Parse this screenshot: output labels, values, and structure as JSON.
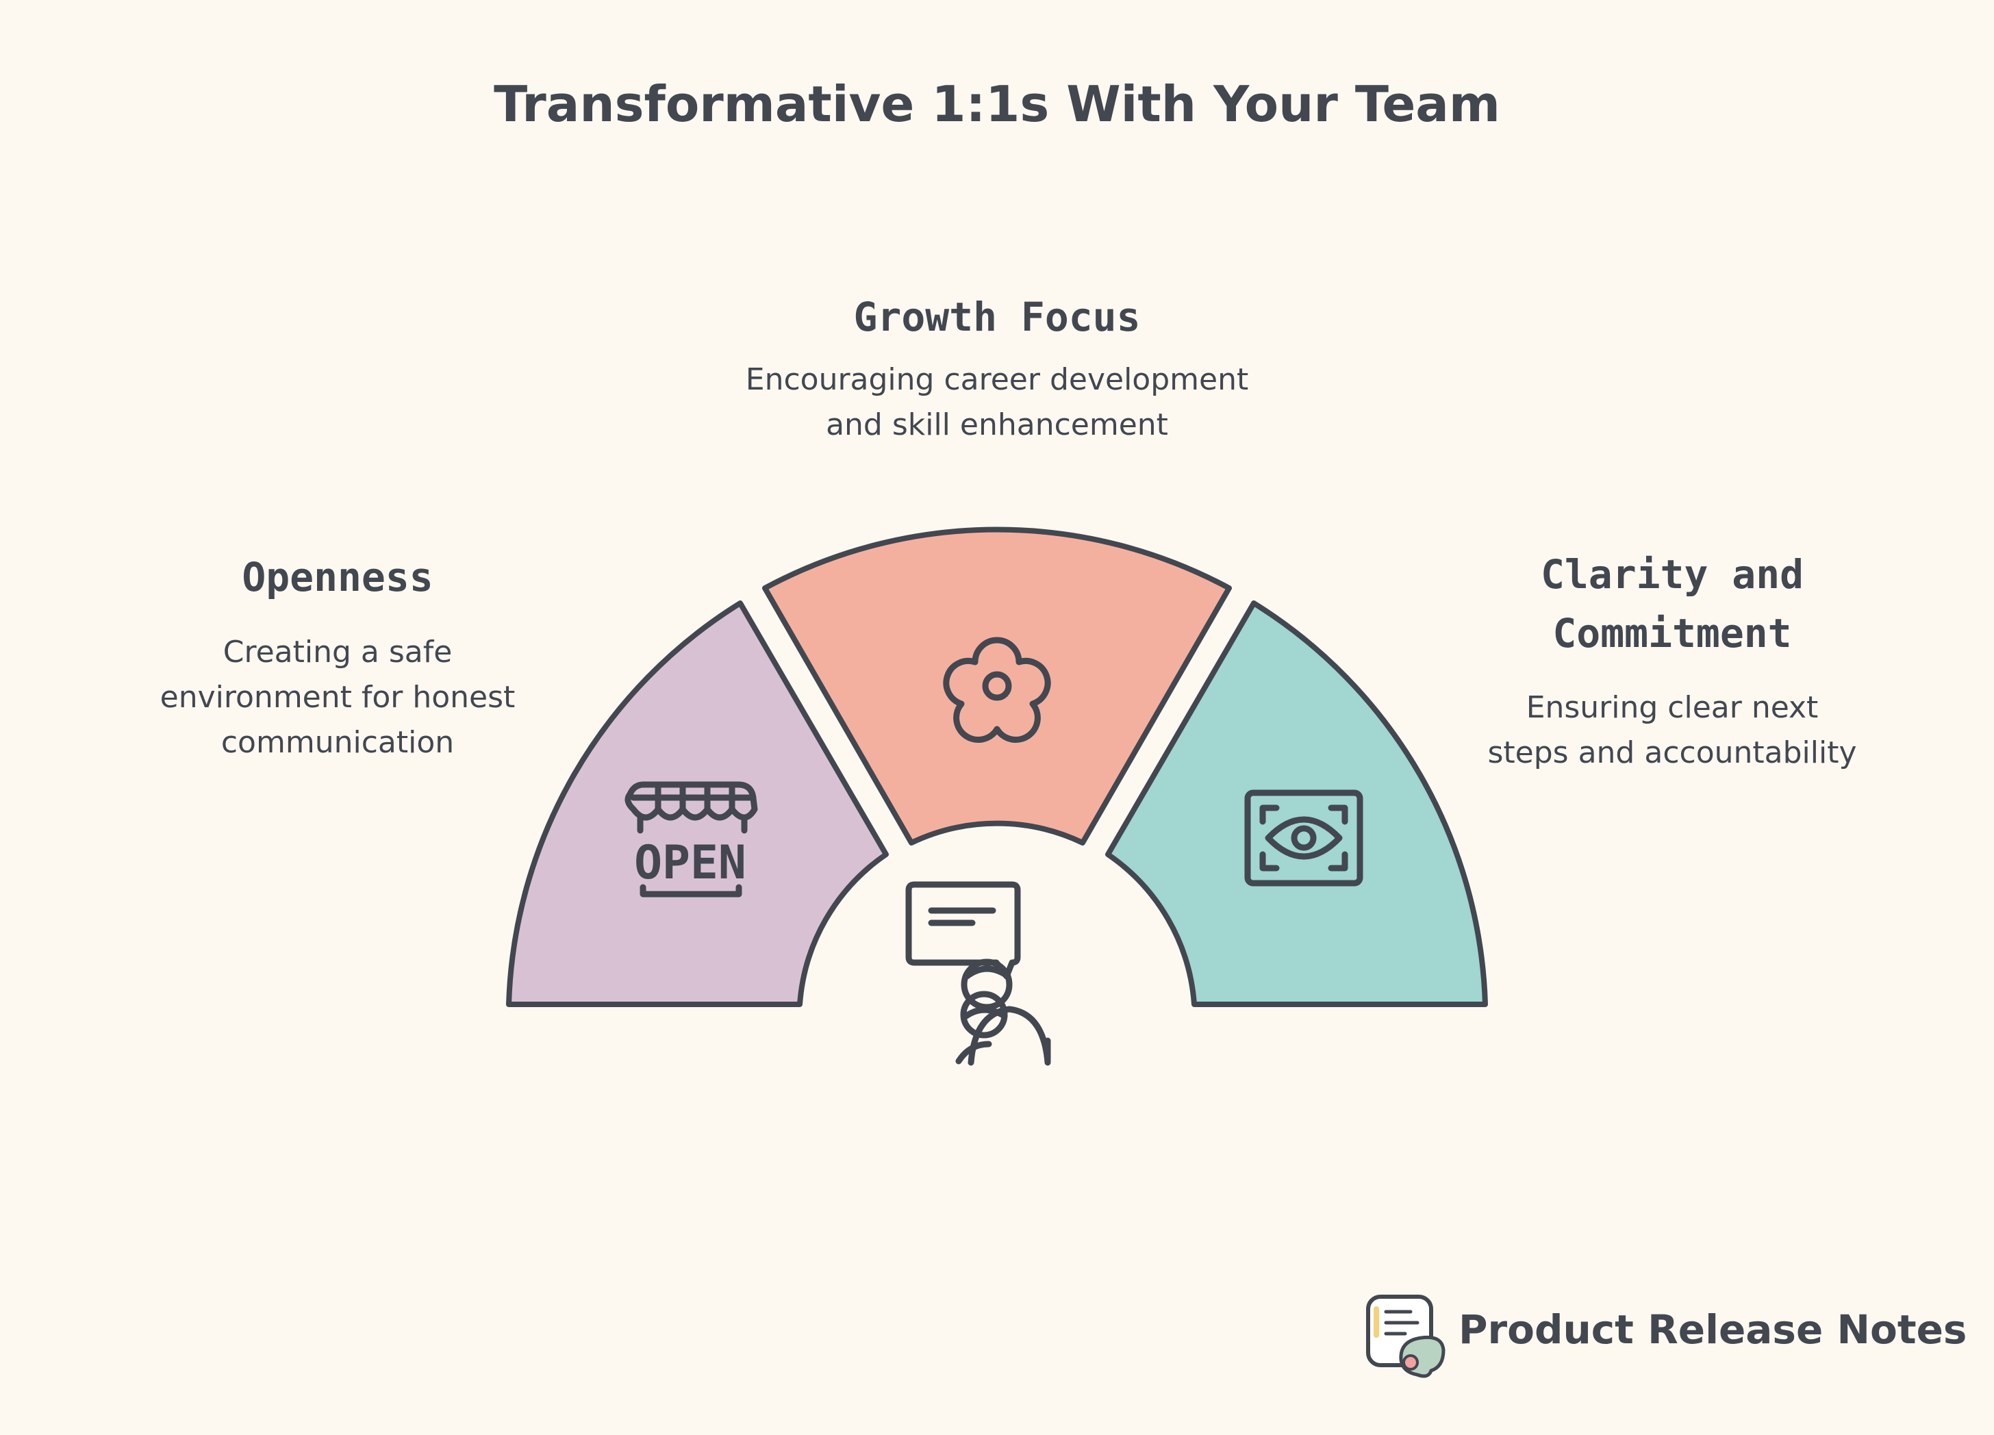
{
  "title": "Transformative 1:1s With Your Team",
  "segments": [
    {
      "heading_lines": [
        "Openness"
      ],
      "description_lines": [
        "Creating a safe",
        "environment for honest",
        "communication"
      ],
      "color": "#d9c1d4",
      "icon": "open-sign-icon"
    },
    {
      "heading_lines": [
        "Growth Focus"
      ],
      "description_lines": [
        "Encouraging career development",
        "and skill enhancement"
      ],
      "color": "#f4b09f",
      "icon": "flower-icon"
    },
    {
      "heading_lines": [
        "Clarity and",
        "Commitment"
      ],
      "description_lines": [
        "Ensuring clear next",
        "steps and accountability"
      ],
      "color": "#a1d6d1",
      "icon": "eye-focus-icon"
    }
  ],
  "center_icon": "conversation-people-icon",
  "open_sign_text": "OPEN",
  "brand": {
    "name": "Product Release Notes",
    "icon": "release-notes-logo-icon"
  },
  "colors": {
    "outline": "#424750",
    "background": "#fdf9f1"
  }
}
